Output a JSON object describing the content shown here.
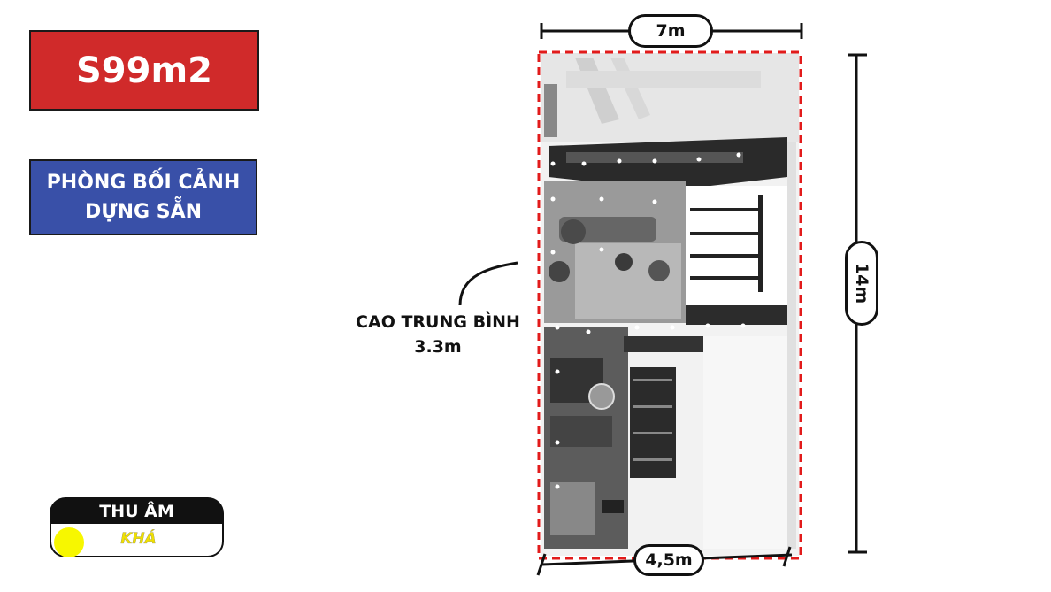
{
  "area_badge": "S99m2",
  "room_badge": {
    "line1": "PHÒNG BỐI CẢNH",
    "line2": "DỰNG SẴN"
  },
  "acoustic": {
    "title": "THU ÂM",
    "level": "KHÁ",
    "level_color": "#f7f700"
  },
  "ceiling_height": {
    "line1": "CAO TRUNG BÌNH",
    "line2": "3.3m"
  },
  "dimensions": {
    "width_top": "7m",
    "width_bottom": "4,5m",
    "length": "14m"
  },
  "colors": {
    "area_badge_bg": "#d02a2a",
    "room_badge_bg": "#3950a8",
    "outline": "#e21b1b"
  }
}
